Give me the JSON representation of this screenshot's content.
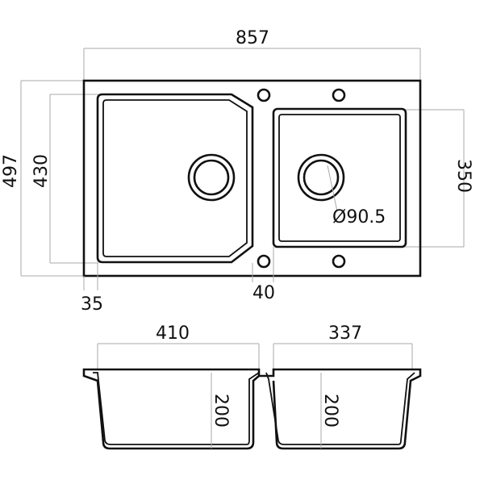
{
  "top_view": {
    "overall_width": "857",
    "overall_depth": "497",
    "bowl_depth": "430",
    "small_bowl_depth": "350",
    "edge_offset": "35",
    "divider_width": "40",
    "drain_diameter": "Ø90.5"
  },
  "section_view": {
    "large_bowl_width": "410",
    "small_bowl_width": "337",
    "large_bowl_height": "200",
    "small_bowl_height": "200"
  },
  "colors": {
    "outline": "#111111",
    "dimension_line": "#a8a8a8",
    "background": "#ffffff"
  }
}
